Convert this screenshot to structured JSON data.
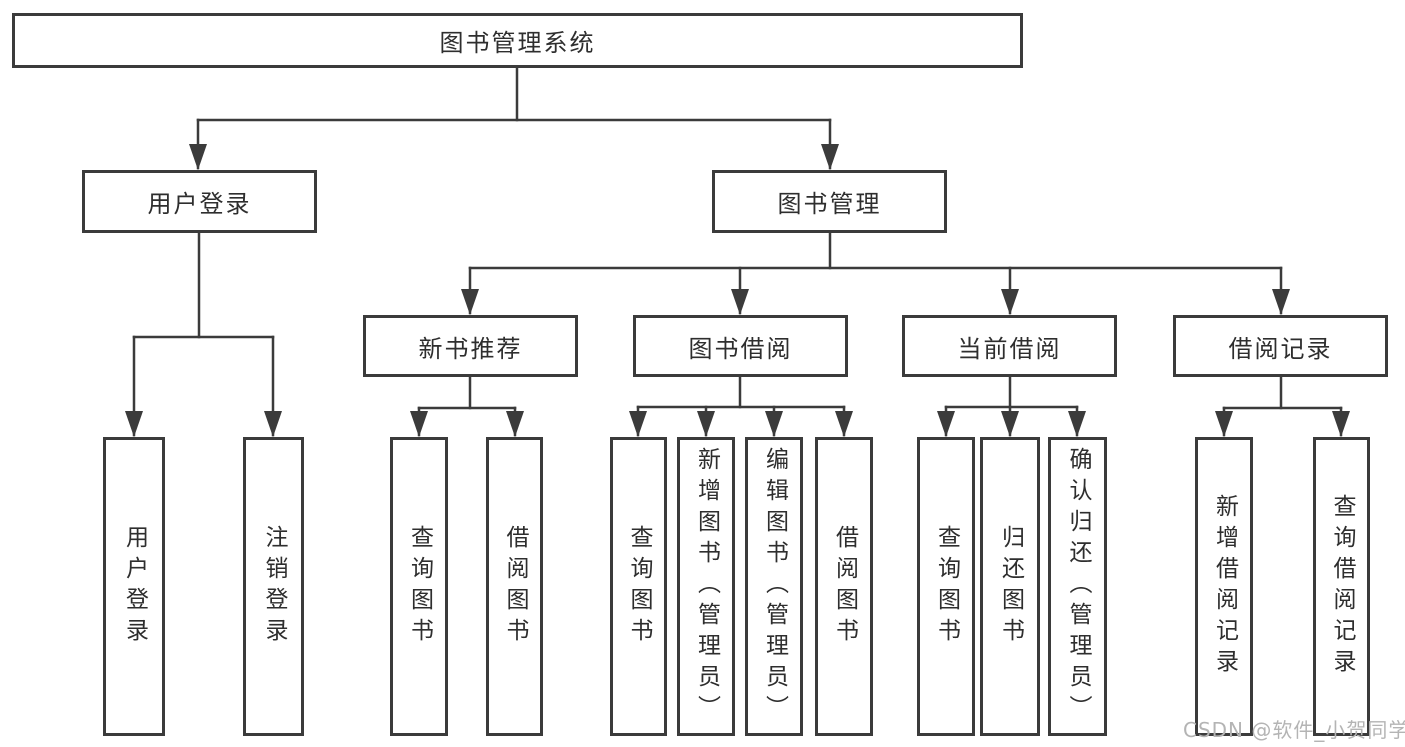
{
  "title_node": {
    "label": "图书管理系统"
  },
  "user_branch": {
    "label": "用户登录",
    "children": [
      {
        "label": "用户登录"
      },
      {
        "label": "注销登录"
      }
    ]
  },
  "book_branch": {
    "label": "图书管理",
    "sections": [
      {
        "label": "新书推荐",
        "children": [
          {
            "label": "查询图书"
          },
          {
            "label": "借阅图书"
          }
        ]
      },
      {
        "label": "图书借阅",
        "children": [
          {
            "label": "查询图书"
          },
          {
            "label": "新增图书（管理员）"
          },
          {
            "label": "编辑图书（管理员）"
          },
          {
            "label": "借阅图书"
          }
        ]
      },
      {
        "label": "当前借阅",
        "children": [
          {
            "label": "查询图书"
          },
          {
            "label": "归还图书"
          },
          {
            "label": "确认归还（管理员）"
          }
        ]
      },
      {
        "label": "借阅记录",
        "children": [
          {
            "label": "新增借阅记录"
          },
          {
            "label": "查询借阅记录"
          }
        ]
      }
    ]
  },
  "watermark": {
    "text": "CSDN @软件_小贺同学"
  },
  "colors": {
    "line": "#3b3b3b",
    "text": "#2e2e2e",
    "watermark": "#b4b4b4",
    "background": "#ffffff"
  }
}
